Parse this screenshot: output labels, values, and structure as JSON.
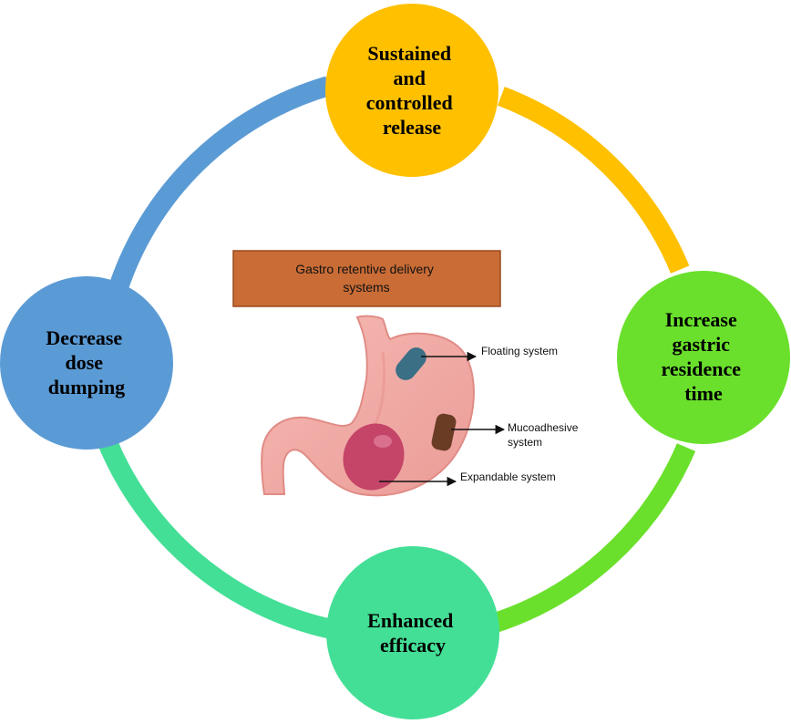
{
  "colors": {
    "blue": "#5b9bd5",
    "yellow": "#ffc000",
    "green": "#6ae02c",
    "teal": "#44df96",
    "title_box": "#c96c36",
    "title_border": "#9c4a1c",
    "stomach": "#f2a8a4",
    "stomach_outline": "#e08c86",
    "floating_system": "#3a6f86",
    "mucoadhesive_system": "#6a3c24",
    "expandable_system": "#c44568"
  },
  "nodes": {
    "top": {
      "lines": [
        "Sustained",
        "and",
        "controlled",
        "release"
      ]
    },
    "right": {
      "lines": [
        "Increase",
        "gastric",
        "residence",
        "time"
      ]
    },
    "bottom": {
      "lines": [
        "Enhanced",
        "efficacy"
      ]
    },
    "left": {
      "lines": [
        "Decrease",
        "dose",
        "dumping"
      ]
    }
  },
  "center": {
    "title_lines": [
      "Gastro retentive delivery",
      "systems"
    ],
    "callouts": {
      "floating": {
        "lines": [
          "Floating system"
        ]
      },
      "mucoadhesive": {
        "lines": [
          "Mucoadhesive",
          "system"
        ]
      },
      "expandable": {
        "lines": [
          "Expandable system"
        ]
      }
    }
  }
}
